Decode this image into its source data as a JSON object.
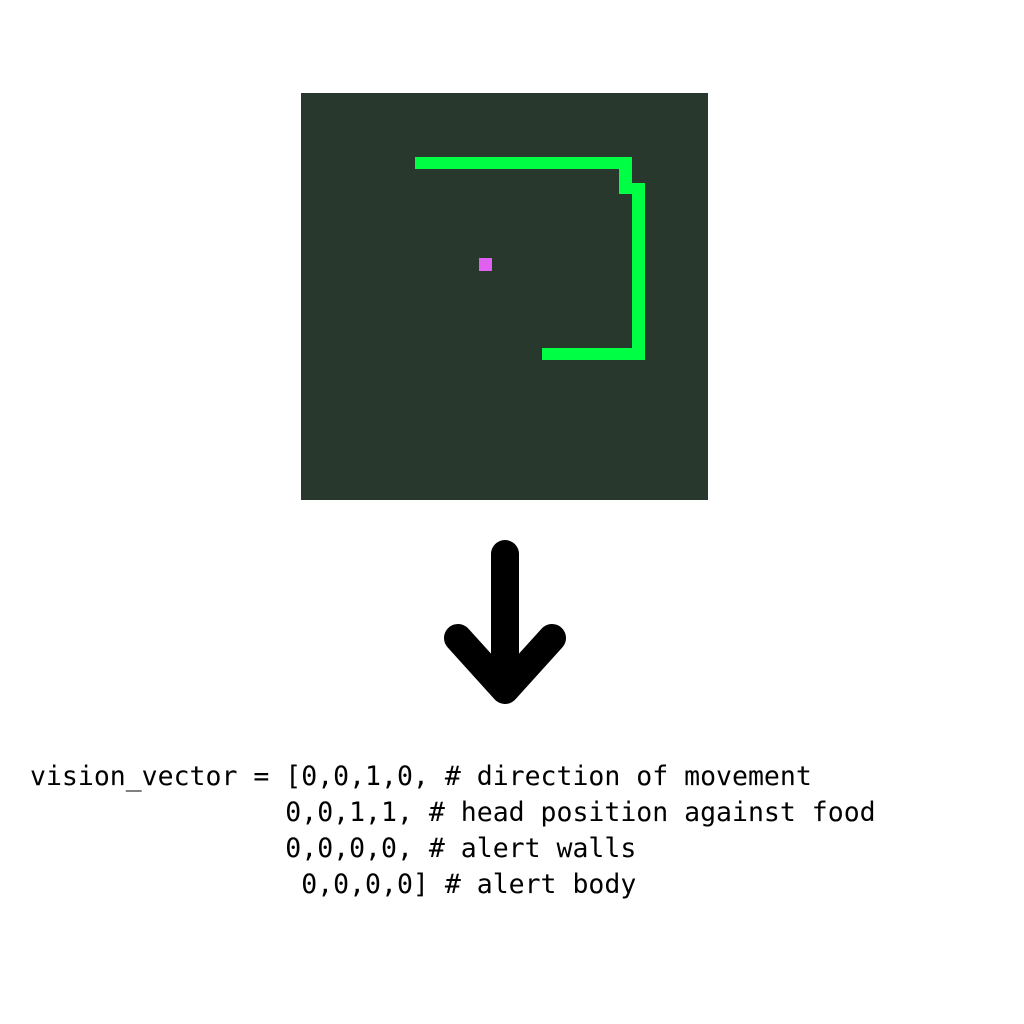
{
  "colors": {
    "page_background": "#ffffff",
    "board_background": "#28382c",
    "snake": "#00ff44",
    "food": "#e060f0",
    "arrow": "#000000",
    "text": "#000000"
  },
  "icons": {
    "arrow": "arrow-down-icon"
  },
  "code": {
    "lines": [
      {
        "prefix": "vision_vector = [",
        "values": "0,0,1,0,",
        "comment": " # direction of movement"
      },
      {
        "prefix": "",
        "values": "0,0,1,1,",
        "comment": " # head position against food"
      },
      {
        "prefix": "",
        "values": "0,0,0,0,",
        "comment": " # alert walls"
      },
      {
        "prefix": "",
        "values": "0,0,0,0]",
        "comment": " # alert body"
      }
    ]
  }
}
